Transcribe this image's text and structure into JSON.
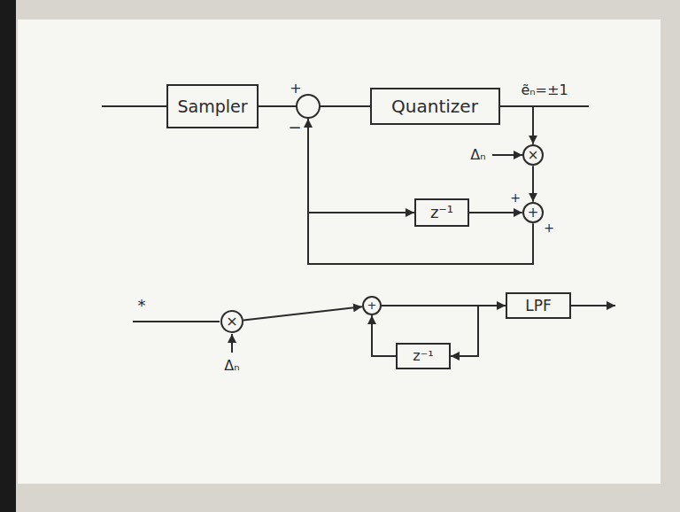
{
  "diagram": {
    "nodes": [
      {
        "text": [
          "Sampler"
        ]
      },
      {
        "text": [
          "Quantizer"
        ]
      },
      {
        "text": [
          "×"
        ]
      },
      {
        "text": [
          "+"
        ]
      },
      {
        "text": [
          "z⁻¹"
        ]
      },
      {
        "text": [
          "×"
        ]
      },
      {
        "text": [
          "+"
        ]
      },
      {
        "text": [
          "z⁻¹"
        ]
      },
      {
        "text": [
          "LPF"
        ]
      }
    ],
    "edges": [
      {
        "from": 1,
        "to": 2,
        "arrow": "to"
      },
      {
        "from": 2,
        "to": 3,
        "arrow": "to"
      },
      {
        "from": 4,
        "to": 3,
        "arrow": "to"
      },
      {
        "from": 3,
        "to": 4,
        "arrow": "to"
      },
      {
        "from": 5,
        "to": 6,
        "arrow": "to"
      },
      {
        "from": 6,
        "to": 7,
        "arrow": "to"
      },
      {
        "from": 7,
        "to": 6,
        "arrow": "to"
      },
      {
        "from": 6,
        "to": 8,
        "arrow": "to"
      }
    ],
    "labels": [
      "+",
      "−",
      "ẽₙ=±1",
      "Δₙ",
      "+",
      "+",
      "*",
      "Δₙ"
    ]
  }
}
